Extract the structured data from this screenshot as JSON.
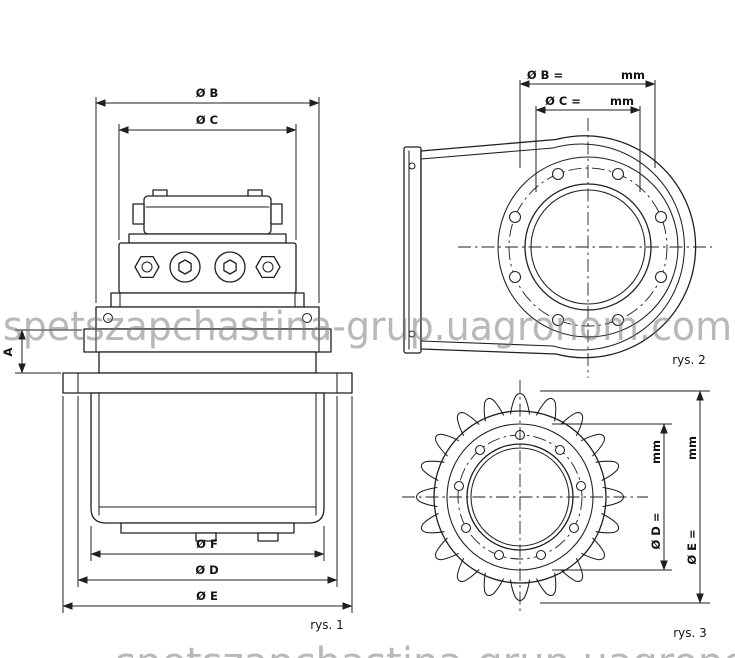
{
  "page": {
    "background": "#ffffff",
    "line_color": "#1f1f1f",
    "watermark_color": "#787878"
  },
  "watermark": {
    "text": "spetszapchastina-grup.uagronom.com"
  },
  "fig1": {
    "caption": "rys. 1",
    "dims": {
      "b": "Ø B",
      "c": "Ø C",
      "a": "A",
      "f": "Ø F",
      "d": "Ø D",
      "e": "Ø E"
    }
  },
  "fig2": {
    "caption": "rys. 2",
    "dims": {
      "b_label": "Ø B =",
      "b_unit": "mm",
      "c_label": "Ø C =",
      "c_unit": "mm"
    }
  },
  "fig3": {
    "caption": "rys. 3",
    "dims": {
      "d_label": "Ø D =",
      "d_unit": "mm",
      "e_label": "Ø E =",
      "e_unit": "mm"
    }
  }
}
